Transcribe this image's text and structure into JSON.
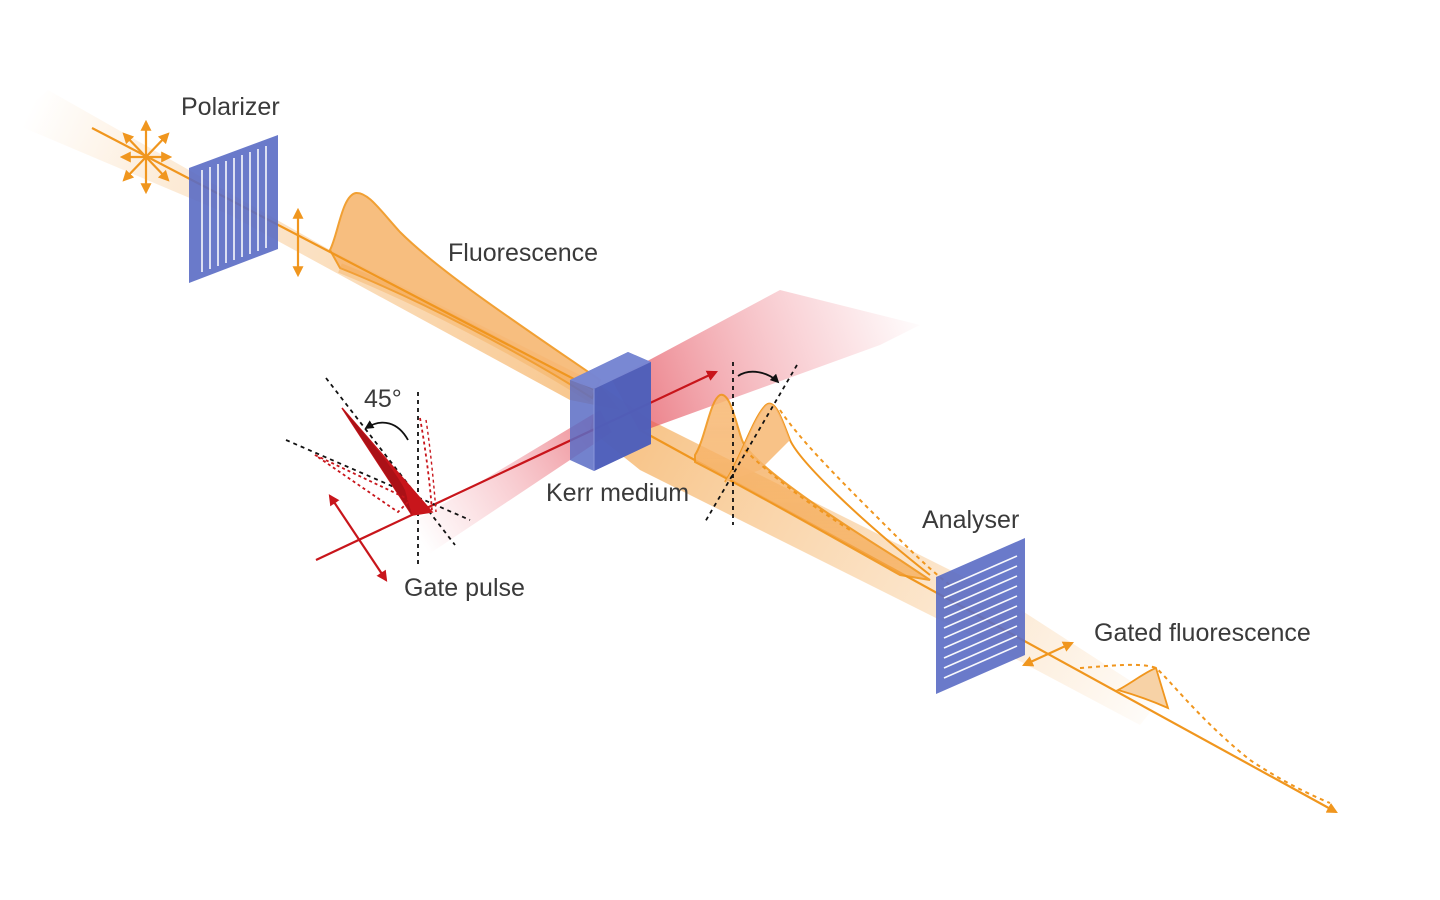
{
  "labels": {
    "polarizer": "Polarizer",
    "fluorescence": "Fluorescence",
    "angle": "45°",
    "kerr_medium": "Kerr medium",
    "gate_pulse": "Gate pulse",
    "analyser": "Analyser",
    "gated_fluorescence": "Gated fluorescence"
  },
  "colors": {
    "fluorescence_orange": "#F0961E",
    "fluorescence_fill": "#F7B772",
    "gate_red": "#C8151B",
    "optic_blue": "#5A6CC4",
    "text": "#3a3a3a"
  }
}
